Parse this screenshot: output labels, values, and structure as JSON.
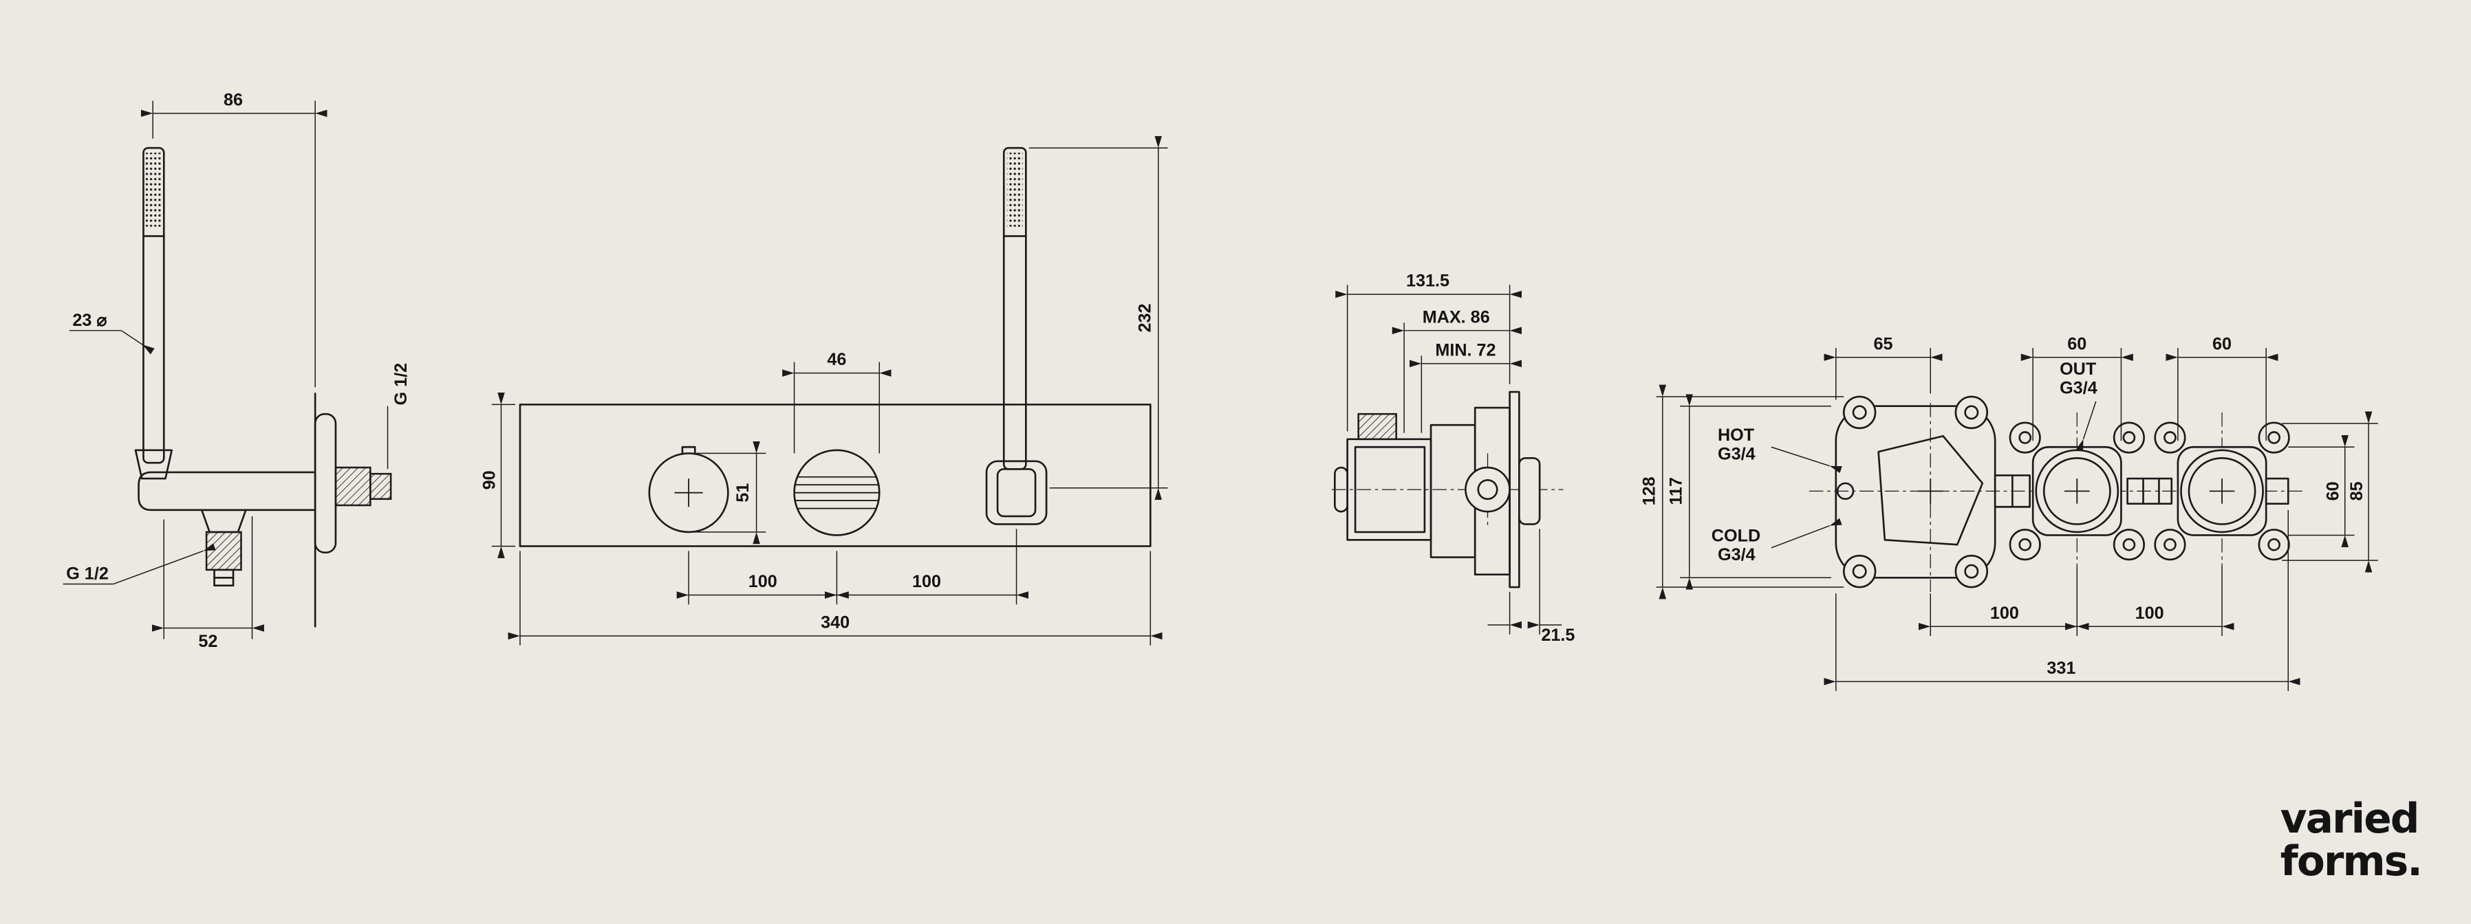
{
  "meta": {
    "background": "#ece9e3",
    "line_color": "#1b1b1b",
    "text_color": "#141414"
  },
  "logo": {
    "line1": "varied",
    "line2": "forms."
  },
  "views": {
    "handshower_side": {
      "dim_width_top": "86",
      "dim_diameter": "23 ⌀",
      "label_thread_wall": "G 1/2",
      "label_thread_outlet": "G 1/2",
      "dim_offset_bottom": "52"
    },
    "trim_front": {
      "dim_knob_width": "46",
      "dim_handshower_height": "232",
      "dim_plate_height": "90",
      "dim_knob_diameter": "51",
      "dim_center_spacing_left": "100",
      "dim_center_spacing_right": "100",
      "dim_plate_width": "340"
    },
    "rough_in_section": {
      "dim_total_depth": "131.5",
      "dim_max_depth": "MAX. 86",
      "dim_min_depth": "MIN. 72",
      "dim_trim_protrusion": "21.5"
    },
    "valve_front": {
      "dim_left_offset": "65",
      "dim_valve2_width": "60",
      "dim_valve3_width": "60",
      "label_out": "OUT",
      "label_out_thread": "G3/4",
      "label_hot": "HOT",
      "label_hot_thread": "G3/4",
      "label_cold": "COLD",
      "label_cold_thread": "G3/4",
      "dim_height_outer": "128",
      "dim_height_body": "117",
      "dim_right_body": "60",
      "dim_right_outer": "85",
      "dim_spacing_left": "100",
      "dim_spacing_right": "100",
      "dim_total_width": "331"
    }
  }
}
